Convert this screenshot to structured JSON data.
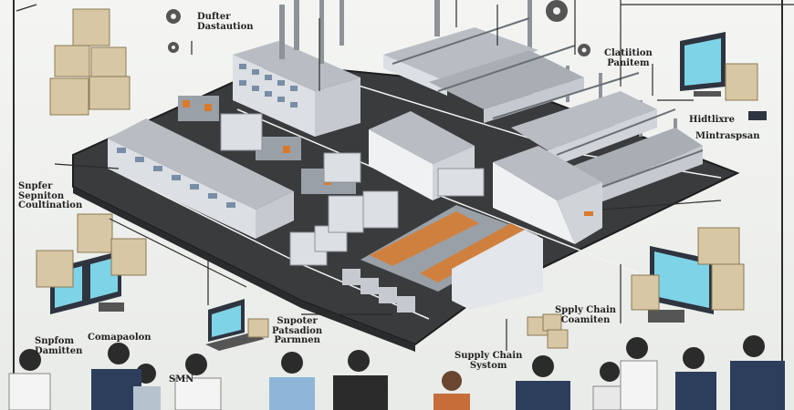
{
  "labels": {
    "top_center": "Dufter\nDastaution",
    "right_upper": "Clatiition\nPanitem",
    "right_middle_1": "Hidtlixre",
    "right_middle_2": "Mintraspsan",
    "left_middle": "Snpfer\nSepniton\nCoultination",
    "center_bottom": "Snpoter\nPatsadion\nParmnen",
    "left_bottom": "Snpfom\nDamitten",
    "left_bottom_2": "Comapaolon",
    "left_bottom_3": "SMN",
    "bottom_center": "Supply Chain\nSystom",
    "right_bottom": "Spply Chain\nCoamiten"
  },
  "colors": {
    "ground": "#3a3b3d",
    "building": "#dcdfe3",
    "roof": "#b9bdc3",
    "accent": "#d97a2b",
    "screen": "#7fd3e6",
    "box": "#d8c7a4"
  }
}
